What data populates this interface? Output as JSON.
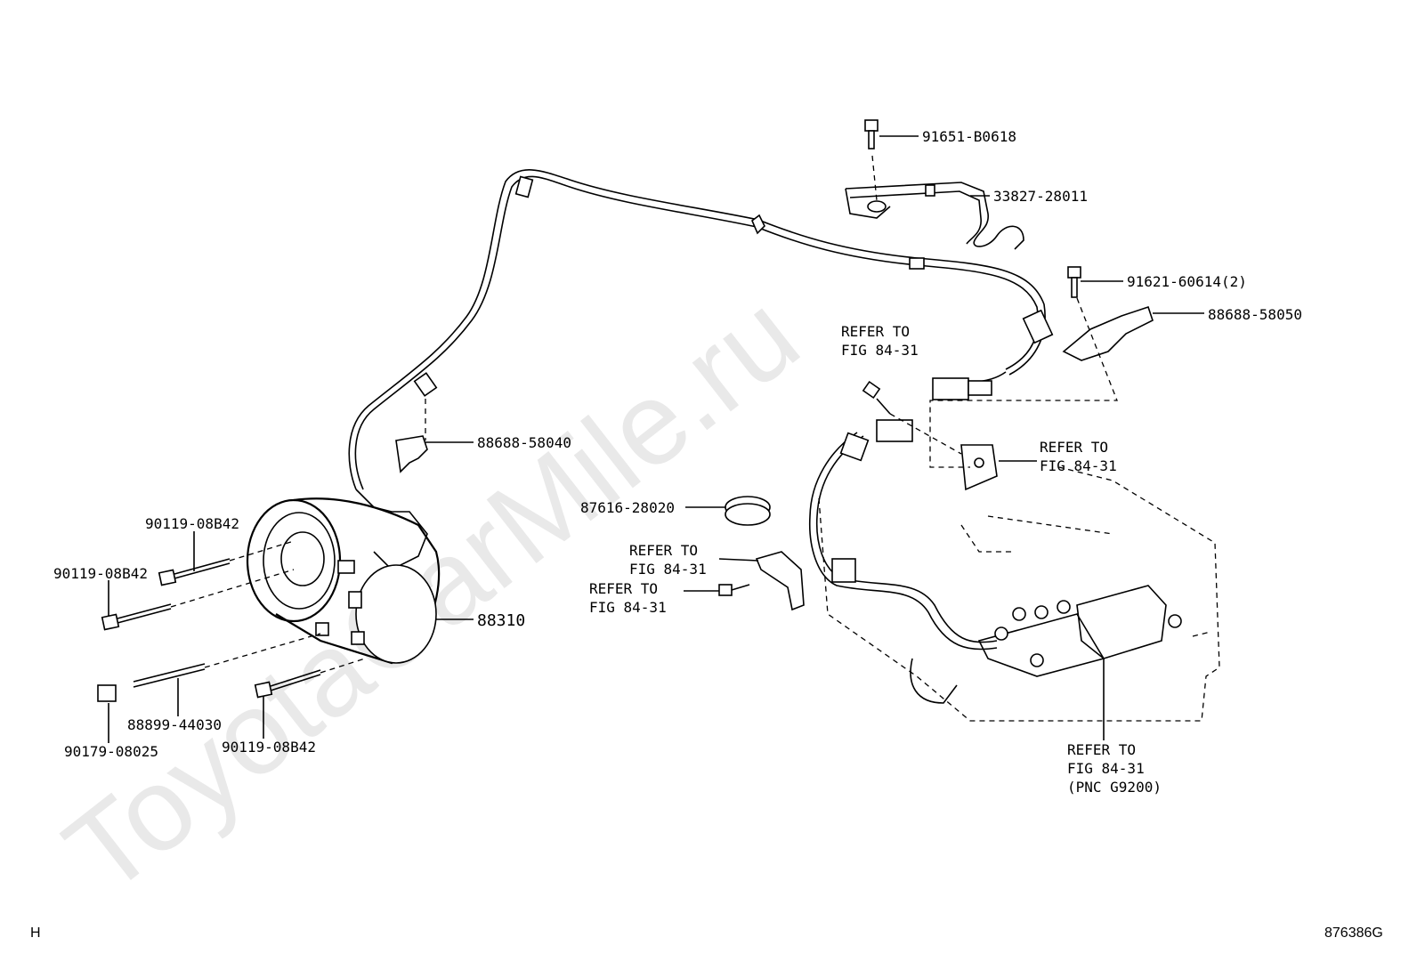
{
  "watermark": "ToyotaCarMile.ru",
  "corner_left": "H",
  "figure_id": "876386G",
  "labels": {
    "bolt_top": "91651-B0618",
    "bracket_top": "33827-28011",
    "bolt_right": "91621-60614(2)",
    "clamp_right": "88688-58050",
    "refer_1": [
      "REFER TO",
      "FIG 84-31"
    ],
    "refer_2": [
      "REFER TO",
      "FIG 84-31"
    ],
    "clamp_mid": "88688-58040",
    "ring": "87616-28020",
    "refer_3": [
      "REFER TO",
      "FIG 84-31"
    ],
    "refer_4": [
      "REFER TO",
      "FIG 84-31"
    ],
    "compressor_bolt_1": "90119-08B42",
    "compressor_bolt_2": "90119-08B42",
    "compressor": "88310",
    "stud": "88899-44030",
    "nut": "90179-08025",
    "compressor_bolt_3": "90119-08B42",
    "refer_5": [
      "REFER TO",
      "FIG 84-31",
      "(PNC G9200)"
    ]
  }
}
